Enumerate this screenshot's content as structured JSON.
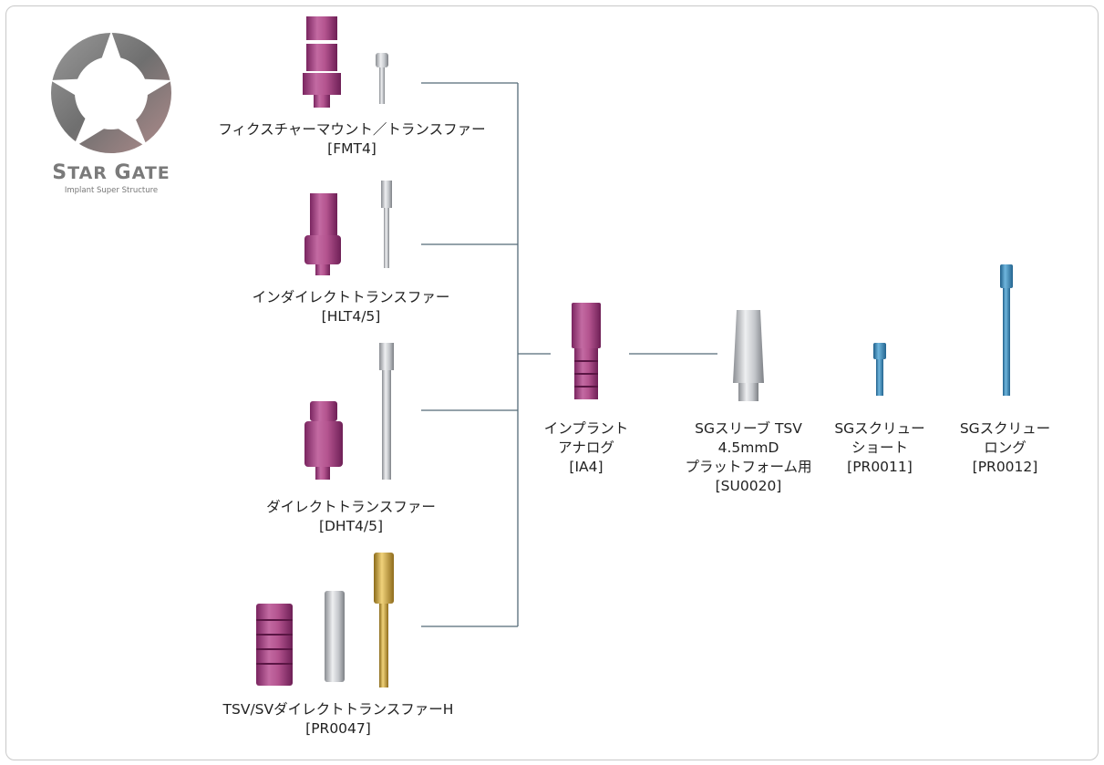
{
  "logo": {
    "name_cap1": "S",
    "name_rest1": "TAR",
    "name_cap2": "G",
    "name_rest2": "ATE",
    "tagline": "Implant Super Structure"
  },
  "products": {
    "fmt": {
      "name": "フィクスチャーマウント／トランスファー",
      "code": "[FMT4]"
    },
    "hlt": {
      "name": "インダイレクトトランスファー",
      "code": "[HLT4/5]"
    },
    "dht": {
      "name": "ダイレクトトランスファー",
      "code": "[DHT4/5]"
    },
    "tsv": {
      "name": "TSV/SVダイレクトトランスファーH",
      "code": "[PR0047]"
    },
    "ia": {
      "line1": "インプラント",
      "line2": "アナログ",
      "code": "[IA4]"
    },
    "su": {
      "line1": "SGスリーブ TSV",
      "line2": "4.5mmD",
      "line3": "プラットフォーム用",
      "code": "[SU0020]"
    },
    "pr11": {
      "line1": "SGスクリュー",
      "line2": "ショート",
      "code": "[PR0011]"
    },
    "pr12": {
      "line1": "SGスクリュー",
      "line2": "ロング",
      "code": "[PR0012]"
    }
  },
  "colors": {
    "magenta": "#a0407f",
    "steel": "#b9bcc0",
    "blue": "#3d8fbf",
    "gold": "#c9a23a",
    "line": "#556b78"
  }
}
